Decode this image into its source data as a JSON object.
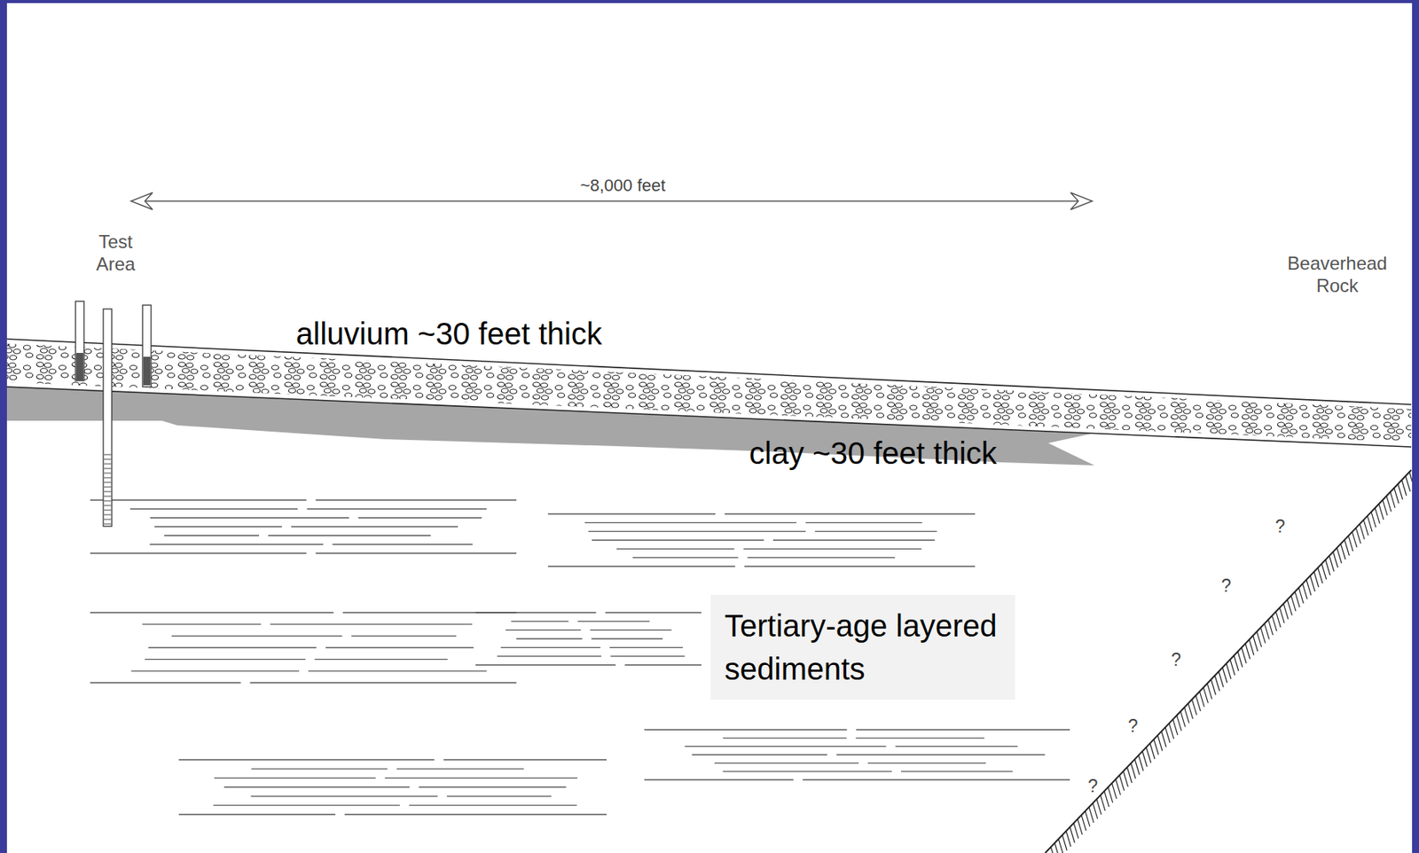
{
  "diagram": {
    "nodes": [
      {
        "text": [
          "Tertiary-age layered sediments"
        ]
      }
    ],
    "labels": [
      "~8,000 feet",
      "Test Area",
      "Beaverhead Rock",
      "alluvium ~30 feet thick",
      "clay ~30 feet thick",
      "?",
      "?",
      "?",
      "?",
      "?"
    ]
  }
}
